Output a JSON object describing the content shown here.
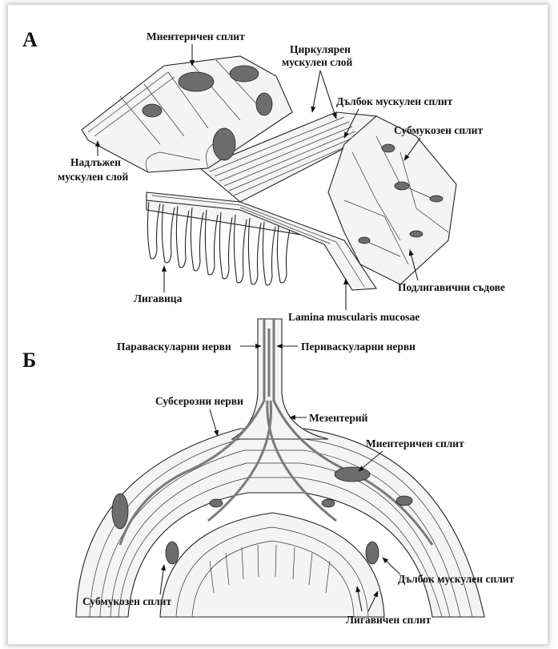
{
  "panel_a": {
    "letter": "А",
    "labels": {
      "myenteric": "Миентеричен сплит",
      "circular_l1": "Циркулярен",
      "circular_l2": "мускулен слой",
      "deep_muscular": "Дълбок мускулен сплит",
      "submucosal": "Субмукозен сплит",
      "longitudinal_l1": "Надлъжен",
      "longitudinal_l2": "мускулен слой",
      "mucosa": "Лигавица",
      "submucosal_vessels": "Подлигавични съдове",
      "lamina": "Lamina muscularis mucosae"
    }
  },
  "panel_b": {
    "letter": "Б",
    "labels": {
      "paravascular": "Параваскуларни нерви",
      "perivascular": "Периваскуларни нерви",
      "subserosal": "Субсерозни нерви",
      "mesentery": "Мезентерий",
      "myenteric": "Миентеричен сплит",
      "deep_muscular": "Дълбок мускулен сплит",
      "submucosal": "Субмукозен сплит",
      "mucosal": "Лигавичен сплит"
    }
  }
}
